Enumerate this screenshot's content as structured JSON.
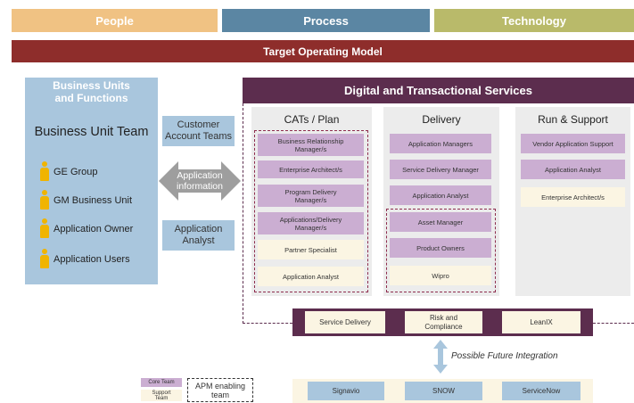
{
  "header": {
    "people": "People",
    "process": "Process",
    "technology": "Technology",
    "colors": {
      "people": "#f0c283",
      "process": "#5b86a3",
      "technology": "#b9ba6a"
    }
  },
  "target_operating_model": "Target Operating Model",
  "business_units": {
    "title_line1": "Business Units",
    "title_line2": "and Functions",
    "team": "Business Unit Team",
    "items": [
      "GE Group",
      "GM Business Unit",
      "Application Owner",
      "Application Users"
    ]
  },
  "middle": {
    "customer_account_line1": "Customer",
    "customer_account_line2": "Account Teams",
    "app_info_line1": "Application",
    "app_info_line2": "information",
    "app_analyst_line1": "Application",
    "app_analyst_line2": "Analyst"
  },
  "dts_title": "Digital and Transactional Services",
  "cats": {
    "title": "CATs / Plan",
    "items": [
      {
        "line1": "Business Relationship",
        "line2": "Manager/s"
      },
      {
        "line1": "Enterprise Architect/s",
        "line2": ""
      },
      {
        "line1": "Program Delivery",
        "line2": "Manager/s"
      },
      {
        "line1": "Applications/Delivery",
        "line2": "Manager/s"
      },
      {
        "line1": "Partner Specialist",
        "line2": ""
      },
      {
        "line1": "Application Analyst",
        "line2": ""
      }
    ]
  },
  "delivery": {
    "title": "Delivery",
    "items": [
      "Application Managers",
      "Service Delivery Manager",
      "Application Analyst",
      "Asset Manager",
      "Product Owners",
      "Wipro"
    ]
  },
  "run": {
    "title": "Run & Support",
    "items": [
      "Vendor Application Support",
      "Application Analyst",
      "Enterprise Architect/s"
    ]
  },
  "platforms": {
    "service_delivery": "Service Delivery",
    "risk_line1": "Risk and",
    "risk_line2": "Compliance",
    "leanix": "LeanIX"
  },
  "future": {
    "label": "Possible Future Integration",
    "items": [
      "Signavio",
      "SNOW",
      "ServiceNow"
    ]
  },
  "legend": {
    "core": "Core Team",
    "support_line1": "Support",
    "support_line2": "Team",
    "apm_line1": "APM enabling",
    "apm_line2": "team"
  }
}
